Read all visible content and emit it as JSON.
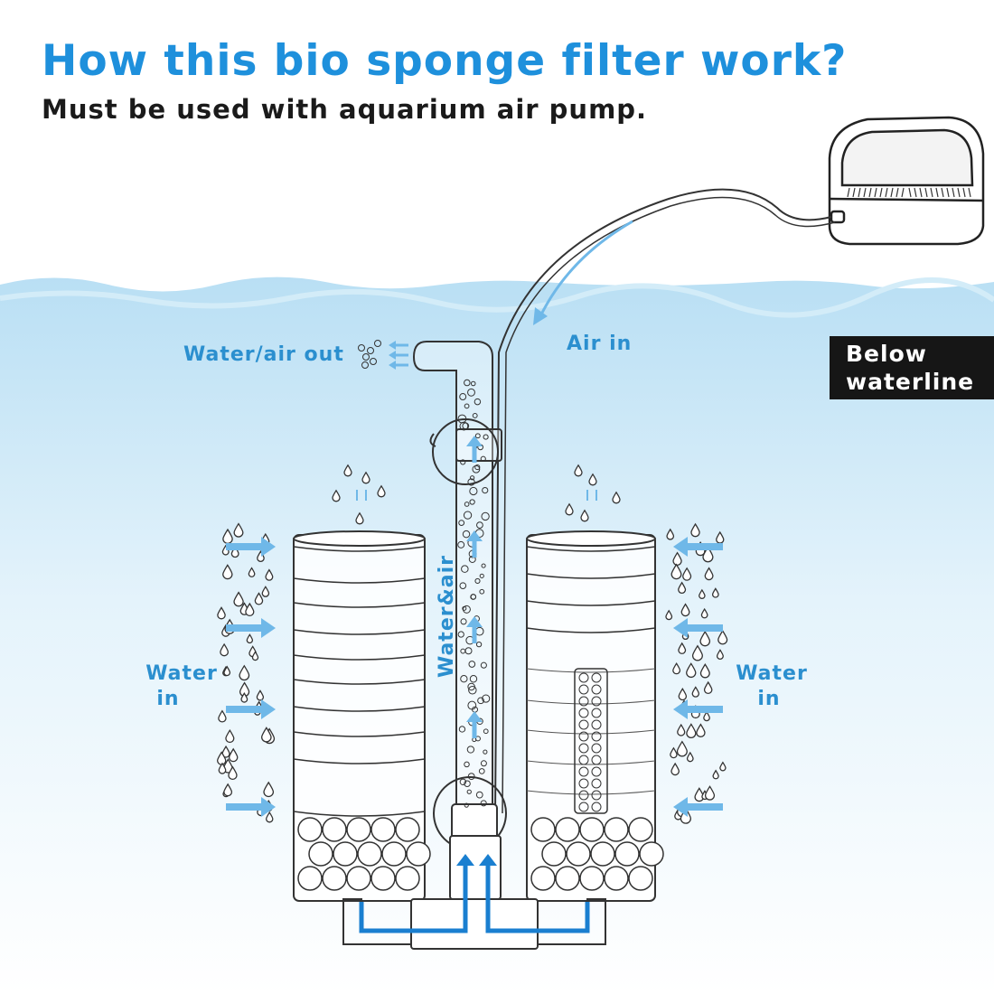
{
  "header": {
    "title": "How this bio sponge filter work?",
    "subtitle": "Must be used with aquarium air pump."
  },
  "labels": {
    "water_air_out": "Water/air out",
    "air_in": "Air in",
    "water_in_left": [
      "Water",
      "in"
    ],
    "water_in_right": [
      "Water",
      "in"
    ],
    "water_and_air": "Water&air"
  },
  "badge": {
    "line1": "Below",
    "line2": "waterline"
  },
  "colors": {
    "title": "#1e90dc",
    "label": "#2b8fcf",
    "arrow": "#6fb8e8",
    "flow_arrow": "#1a7fd0",
    "water": "#bfe2f5",
    "badge_bg": "#161616"
  },
  "icons": [
    "air-pump-icon",
    "water-droplet-icon",
    "arrow-icon",
    "bio-ball-icon",
    "suction-cup-icon"
  ]
}
